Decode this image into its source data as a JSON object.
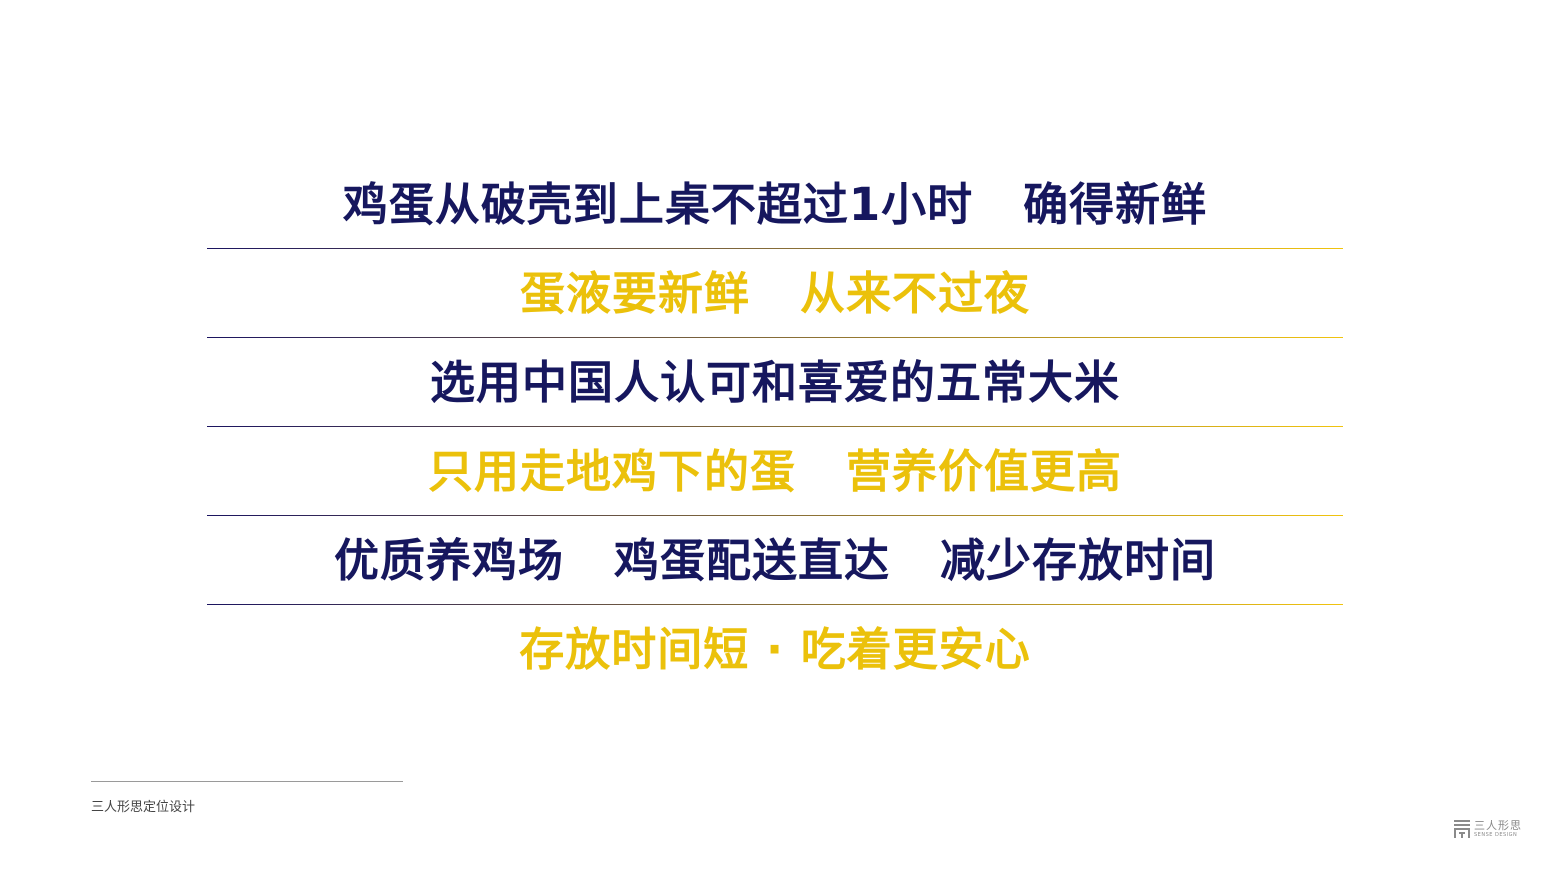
{
  "colors": {
    "navy": "#16175e",
    "gold": "#ebc10b",
    "divider_start": "#1b1460",
    "divider_end": "#f1c40f"
  },
  "slogans": [
    {
      "text": "鸡蛋从破壳到上桌不超过1小时   确得新鲜",
      "color": "navy"
    },
    {
      "text": "蛋液要新鲜   从来不过夜",
      "color": "gold"
    },
    {
      "text": "选用中国人认可和喜爱的五常大米",
      "color": "navy"
    },
    {
      "text": "只用走地鸡下的蛋   营养价值更高",
      "color": "gold"
    },
    {
      "text": "优质养鸡场   鸡蛋配送直达   减少存放时间",
      "color": "navy"
    },
    {
      "text": "存放时间短 · 吃着更安心",
      "color": "gold"
    }
  ],
  "footer": {
    "caption": "三人形思定位设计"
  },
  "brand": {
    "name_cn": "三人形思",
    "name_en": "SENSE DESIGN",
    "logo_icon": "sense-design-logo-icon"
  }
}
